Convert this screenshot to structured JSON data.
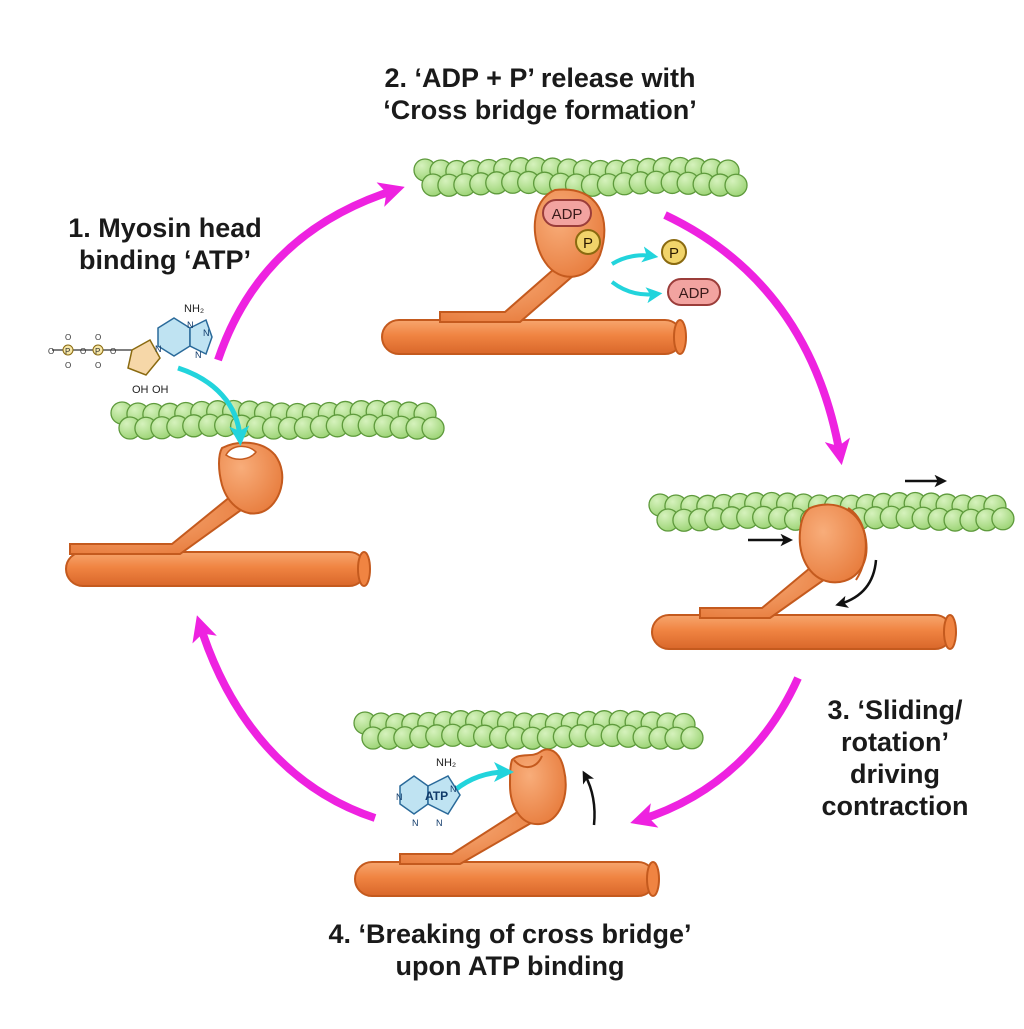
{
  "steps": [
    {
      "lines": [
        "1. Myosin head",
        "binding ‘ATP’"
      ]
    },
    {
      "lines": [
        "2. ‘ADP + P’ release with",
        "‘Cross bridge formation’"
      ]
    },
    {
      "lines": [
        "3. ‘Sliding/",
        "rotation’",
        "driving",
        "contraction"
      ]
    },
    {
      "lines": [
        "4. ‘Breaking of cross bridge’",
        "upon ATP binding"
      ]
    }
  ],
  "molecules": {
    "adp": "ADP",
    "phosphate": "P",
    "atp": "ATP",
    "amine": "NH₂",
    "nitrogen": "N",
    "hydroxyl": "OH",
    "phosphate_p": "P",
    "oxygen": "O"
  },
  "colors": {
    "cycle_arrow": "#ee22e0",
    "actin_bead": "#a8dc84",
    "actin_stroke": "#5e9a3c",
    "myosin_fill": "#f28a4a",
    "myosin_stroke": "#c45a1e",
    "cyan_arrow": "#22d4dc",
    "adp_fill": "#f2a3a0",
    "phosphate_fill": "#f1d46a",
    "atp_fill": "#bfe3f2"
  }
}
